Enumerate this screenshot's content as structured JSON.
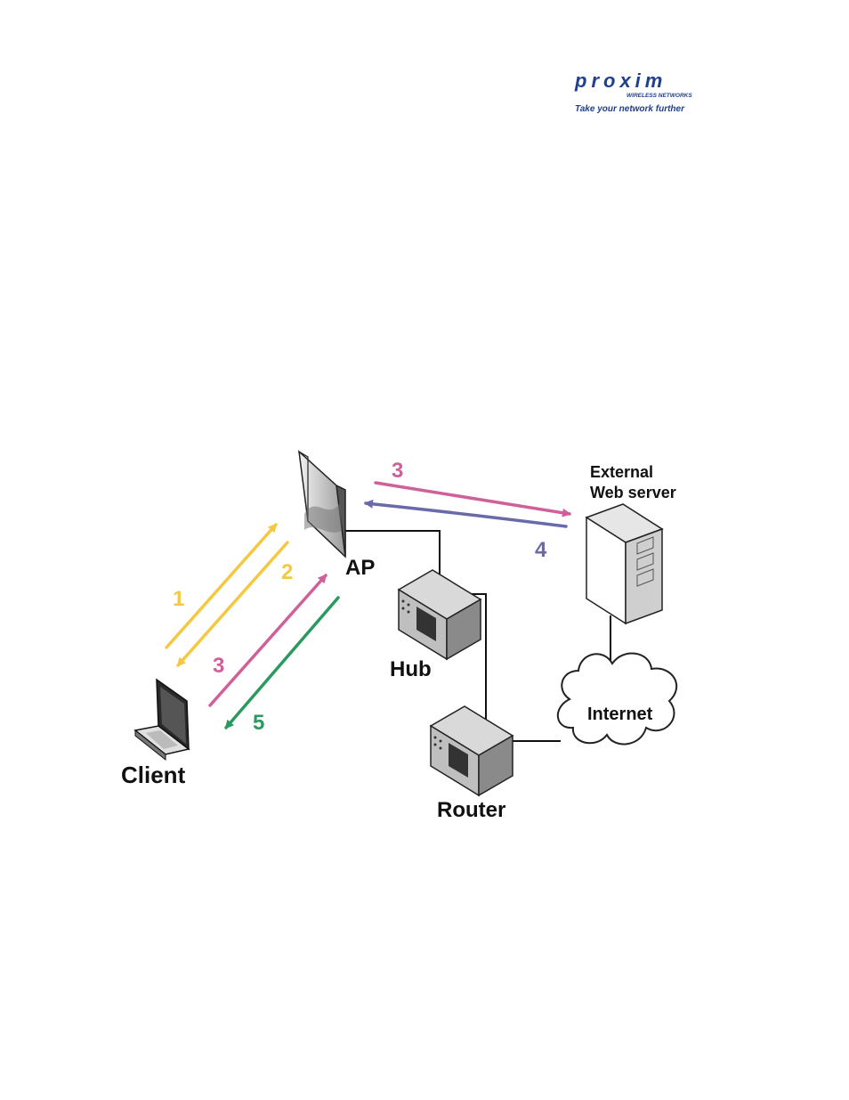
{
  "logo": {
    "wordmark": "proxim",
    "subtitle": "WIRELESS NETWORKS",
    "tagline": "Take your network further",
    "color": "#1f3f8f"
  },
  "diagram": {
    "nodes": {
      "ap": "AP",
      "hub": "Hub",
      "router": "Router",
      "client": "Client",
      "server_line1": "External",
      "server_line2": "Web server",
      "internet": "Internet"
    },
    "steps": [
      {
        "label": "1",
        "color": "#f5c842"
      },
      {
        "label": "2",
        "color": "#f5c842"
      },
      {
        "label": "3",
        "color": "#d0609a"
      },
      {
        "label": "3",
        "color": "#d0609a"
      },
      {
        "label": "4",
        "color": "#6a6aaa"
      },
      {
        "label": "5",
        "color": "#2a9a5e"
      }
    ]
  }
}
